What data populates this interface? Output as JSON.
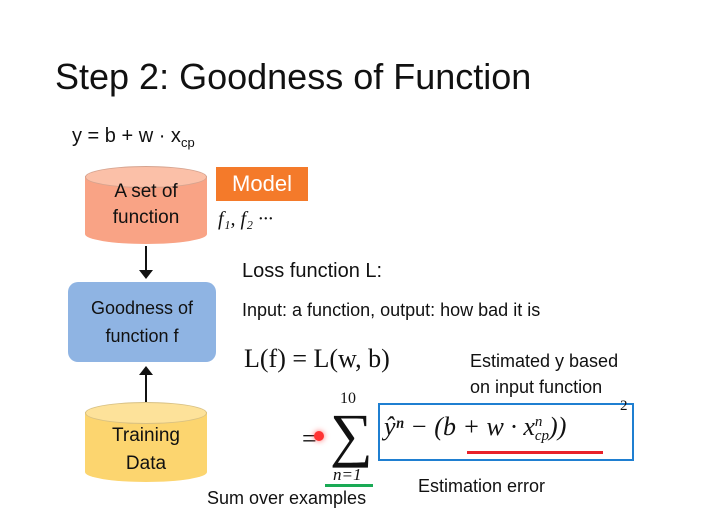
{
  "title": "Step 2: Goodness of Function",
  "model_eq": {
    "main": "y = b + w · x",
    "sub": "cp"
  },
  "set_of_function": {
    "line1": "A set of",
    "line2": "function"
  },
  "model_label": "Model",
  "functions": "f₁, f₂ ···",
  "goodness": {
    "line1": "Goodness of",
    "line2": "function f"
  },
  "training": {
    "line1": "Training",
    "line2": "Data"
  },
  "loss_heading": "Loss function L:",
  "loss_desc": "Input: a function, output: how bad it is",
  "loss_eq": "L(f) = L(w, b)",
  "estimated_note": {
    "line1": "Estimated y based",
    "line2": "on input function"
  },
  "sum": {
    "equals": "=",
    "upper": "10",
    "symbol": "∑",
    "lower": "n=1"
  },
  "formula": {
    "yhat": "ŷⁿ − (",
    "inner": "b + w · x",
    "sup": "n",
    "sub": "cp",
    "close": "))",
    "power": "2"
  },
  "sum_note": "Sum over examples",
  "error_note": "Estimation error",
  "colors": {
    "orange": "#f47a2a",
    "salmon": "#f9a385",
    "blue": "#8fb4e3",
    "yellow": "#fcd56f",
    "box": "#1f7fd1",
    "red": "#e8202a",
    "green": "#1aaa55"
  }
}
